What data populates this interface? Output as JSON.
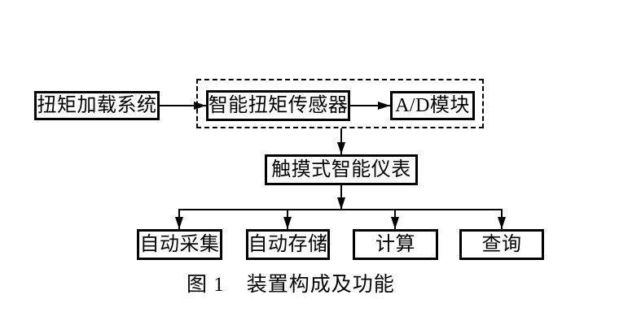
{
  "figure": {
    "caption_label": "图 1",
    "caption_title": "装置构成及功能"
  },
  "nodes": {
    "torque_loading_system": "扭矩加载系统",
    "smart_torque_sensor": "智能扭矩传感器",
    "ad_module": "A/D模块",
    "touch_smart_instrument": "触摸式智能仪表",
    "auto_collection": "自动采集",
    "auto_storage": "自动存储",
    "calculation": "计算",
    "query": "查询"
  },
  "groups": [
    {
      "id": "sensor_dashed_group",
      "style": "dashed",
      "members": [
        "smart_torque_sensor",
        "ad_module"
      ]
    }
  ],
  "edges": [
    {
      "from": "torque_loading_system",
      "to": "smart_torque_sensor",
      "type": "arrow"
    },
    {
      "from": "smart_torque_sensor",
      "to": "ad_module",
      "type": "arrow"
    },
    {
      "from": "sensor_dashed_group",
      "to": "touch_smart_instrument",
      "type": "arrow"
    },
    {
      "from": "touch_smart_instrument",
      "to": "auto_collection",
      "type": "arrow"
    },
    {
      "from": "touch_smart_instrument",
      "to": "auto_storage",
      "type": "arrow"
    },
    {
      "from": "touch_smart_instrument",
      "to": "calculation",
      "type": "arrow"
    },
    {
      "from": "touch_smart_instrument",
      "to": "query",
      "type": "arrow"
    }
  ],
  "colors": {
    "line": "#000000",
    "background": "#ffffff",
    "text": "#000000"
  }
}
